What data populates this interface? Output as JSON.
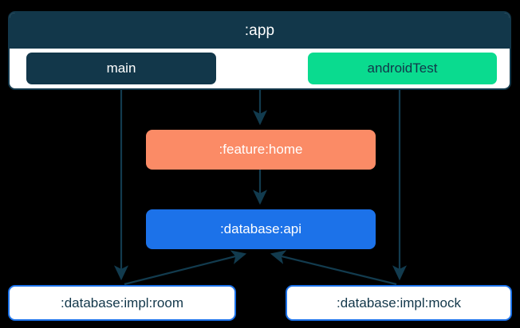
{
  "diagram": {
    "type": "module-dependency-graph",
    "background_color": "#000000",
    "edge_color": "#123b4e"
  },
  "clusters": [
    {
      "id": "app",
      "label": ":app",
      "header_color": "#12374a",
      "body_color": "#ffffff",
      "border_color": "#12374a"
    }
  ],
  "nodes": {
    "main": {
      "label": "main",
      "fill": "#12374a",
      "text_color": "#ffffff"
    },
    "android_test": {
      "label": "androidTest",
      "fill": "#0adb8f",
      "text_color": "#12374a"
    },
    "feature_home": {
      "label": ":feature:home",
      "fill": "#fb8b66",
      "text_color": "#ffffff"
    },
    "database_api": {
      "label": ":database:api",
      "fill": "#1c72e9",
      "text_color": "#ffffff"
    },
    "database_impl_room": {
      "label": ":database:impl:room",
      "fill": "#ffffff",
      "border": "#1c72e9",
      "text_color": "#12374a"
    },
    "database_impl_mock": {
      "label": ":database:impl:mock",
      "fill": "#ffffff",
      "border": "#1c72e9",
      "text_color": "#12374a"
    }
  },
  "edges": [
    {
      "from": "main",
      "to": ":database:impl:room"
    },
    {
      "from": ":app",
      "to": ":feature:home"
    },
    {
      "from": "androidTest",
      "to": ":database:impl:mock"
    },
    {
      "from": ":feature:home",
      "to": ":database:api"
    },
    {
      "from": ":database:impl:room",
      "to": ":database:api"
    },
    {
      "from": ":database:impl:mock",
      "to": ":database:api"
    }
  ]
}
